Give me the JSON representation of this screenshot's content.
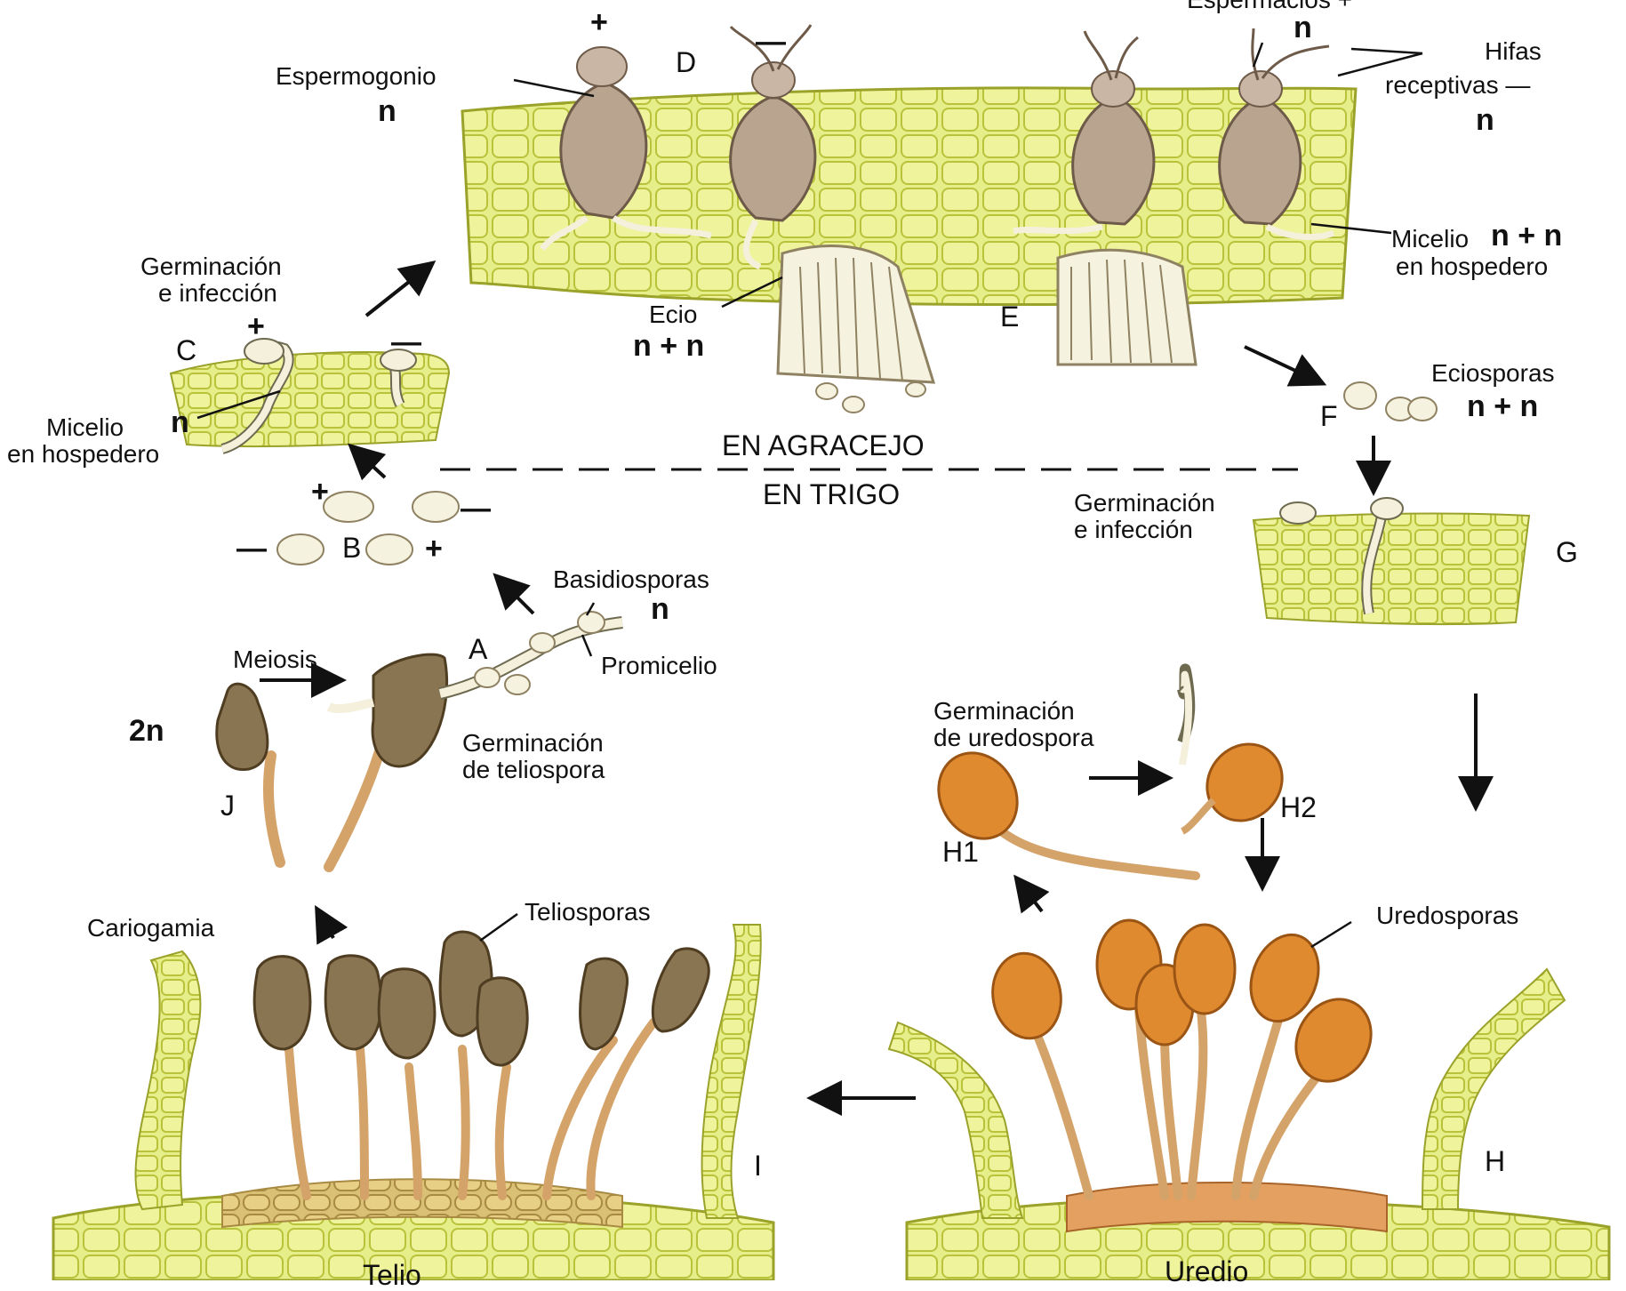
{
  "labels": {
    "plus_d1": "+",
    "minus_d": "—",
    "letter_d": "D",
    "espermogonio": "Espermogonio",
    "n_esperm": "n",
    "espermacios": "Espermacios +",
    "n_espermacios": "n",
    "hifas": "Hifas",
    "receptivas": "receptivas —",
    "n_hifas": "n",
    "germ_inf1": "Germinación",
    "germ_inf2": "e infección",
    "letter_c": "C",
    "plus_c": "+",
    "minus_c": "—",
    "micelio_n": "Micelio",
    "n_micelio": "n",
    "en_hospedero_left": "en hospedero",
    "ecio": "Ecio",
    "ecio_nn": "n + n",
    "letter_e": "E",
    "micelio_nn": "Micelio",
    "micelio_nn_val": "n + n",
    "en_hospedero_right": "en hospedero",
    "eciosporas": "Eciosporas",
    "eciosporas_nn": "n + n",
    "letter_f": "F",
    "en_agracejo": "EN AGRACEJO",
    "en_trigo": "EN TRIGO",
    "plus_b1": "+",
    "minus_b1": "—",
    "minus_b2": "—",
    "letter_b": "B",
    "plus_b2": "+",
    "germ_inf_g1": "Germinación",
    "germ_inf_g2": "e infección",
    "letter_g": "G",
    "basidiosporas": "Basidiosporas",
    "n_basidio": "n",
    "letter_a": "A",
    "promicelio": "Promicelio",
    "meiosis": "Meiosis",
    "two_n": "2n",
    "germ_telio1": "Germinación",
    "germ_telio2": "de teliospora",
    "letter_j": "J",
    "germ_uredo1": "Germinación",
    "germ_uredo2": "de uredospora",
    "h1": "H1",
    "h2": "H2",
    "cariogamia": "Cariogamia",
    "teliosporas": "Teliosporas",
    "uredosporas": "Uredosporas",
    "letter_i": "I",
    "letter_h": "H",
    "telio": "Telio",
    "uredio": "Uredio"
  },
  "colors": {
    "tissue": "#e6ee8a",
    "tissue_line": "#b9c23a",
    "telio_spore": "#8a7552",
    "uredo_spore": "#e08a30",
    "stalk": "#d4a36a",
    "hypha": "#f4f0dc",
    "spermogonium": "#b9a58f"
  }
}
